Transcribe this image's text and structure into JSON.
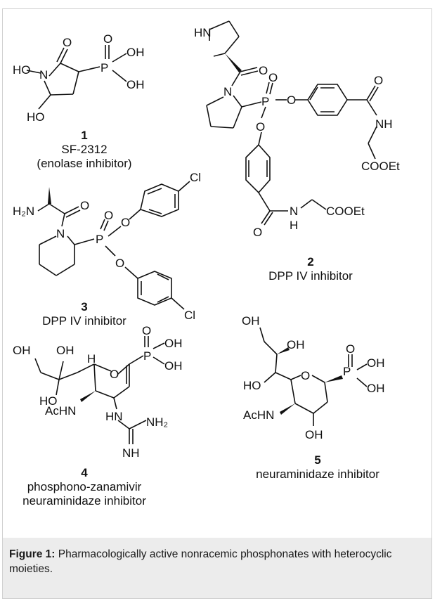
{
  "compounds": [
    {
      "number": "1",
      "name": "SF-2312",
      "activity": "(enolase inhibitor)"
    },
    {
      "number": "2",
      "activity": "DPP IV inhibitor"
    },
    {
      "number": "3",
      "activity": "DPP IV inhibitor"
    },
    {
      "number": "4",
      "name": "phosphono-zanamivir",
      "activity": "neuraminidaze inhibitor"
    },
    {
      "number": "5",
      "activity": "neuraminidaze inhibitor"
    }
  ],
  "atoms": {
    "c1_HO_left": "HO",
    "c1_N": "N",
    "c1_O": "O",
    "c1_P": "P",
    "c1_Ptop": "O",
    "c1_OH1": "OH",
    "c1_OH2": "OH",
    "c1_HO_bottom": "HO",
    "c2_HN": "HN",
    "c2_O_carbonyl": "O",
    "c2_N": "N",
    "c2_P": "P",
    "c2_PO": "O",
    "c2_O_right": "O",
    "c2_O_down": "O",
    "c2_O_amide1": "O",
    "c2_NH1": "NH",
    "c2_COOEt1": "COOEt",
    "c2_O_amide2": "O",
    "c2_N2": "N",
    "c2_H2": "H",
    "c2_COOEt2": "COOEt",
    "c3_H2N": "H₂N",
    "c3_O_carbonyl": "O",
    "c3_N": "N",
    "c3_P": "P",
    "c3_PO": "O",
    "c3_O_upper": "O",
    "c3_O_lower": "O",
    "c3_Cl_top": "Cl",
    "c3_Cl_bottom": "Cl",
    "c4_OH1": "OH",
    "c4_OH2": "OH",
    "c4_H": "H",
    "c4_O_ring": "O",
    "c4_P": "P",
    "c4_PO": "O",
    "c4_OH3": "OH",
    "c4_OH4": "OH",
    "c4_HO": "HO",
    "c4_AcHN": "AcHN",
    "c4_HN": "HN",
    "c4_NH2": "NH₂",
    "c4_NH": "NH",
    "c5_OH1": "OH",
    "c5_OH2": "OH",
    "c5_HO": "HO",
    "c5_O_ring": "O",
    "c5_P": "P",
    "c5_PO": "O",
    "c5_OH3": "OH",
    "c5_OH4": "OH",
    "c5_AcHN": "AcHN",
    "c5_OH5": "OH"
  },
  "caption": {
    "label": "Figure 1:",
    "text": " Pharmacologically active nonracemic phosphonates with heterocyclic moieties."
  }
}
